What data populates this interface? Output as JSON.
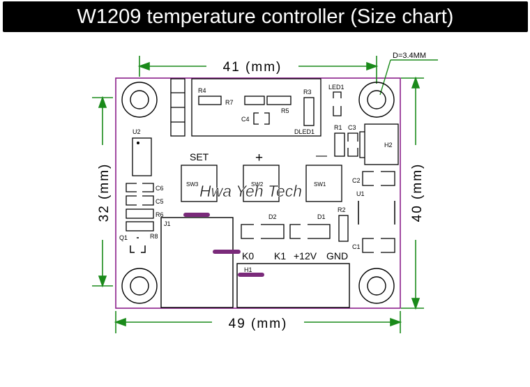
{
  "title": "W1209 temperature controller (Size chart)",
  "dimensions": {
    "width": "41 (mm)",
    "height_left": "32 (mm)",
    "height_right": "40 (mm)",
    "total_width": "49 (mm)",
    "hole": "D=3.4MM"
  },
  "buttons": {
    "set": "SET",
    "plus": "+",
    "minus": "—",
    "sw3": "SW3",
    "sw2": "SW2",
    "sw1": "SW1"
  },
  "components": {
    "r4": "R4",
    "r7": "R7",
    "r3": "R3",
    "r5": "R5",
    "c4": "C4",
    "dled1": "DLED1",
    "led1": "LED1",
    "r1": "R1",
    "c3": "C3",
    "h2": "H2",
    "u2": "U2",
    "c6": "C6",
    "c5": "C5",
    "r6": "R6",
    "r8": "R8",
    "q1": "Q1",
    "j1": "J1",
    "d2": "D2",
    "d1": "D1",
    "r2": "R2",
    "u1": "U1",
    "c2": "C2",
    "c1": "C1",
    "h1": "H1"
  },
  "terminals": {
    "k0": "K0",
    "k1": "K1",
    "v12": "+12V",
    "gnd": "GND"
  },
  "watermark": "Hwa Yeh Tech",
  "colors": {
    "board_outline": "#8a1e8a",
    "silkscreen": "#000000",
    "dimension_lines": "#1a8a1a",
    "marker": "#7a2a7a"
  }
}
